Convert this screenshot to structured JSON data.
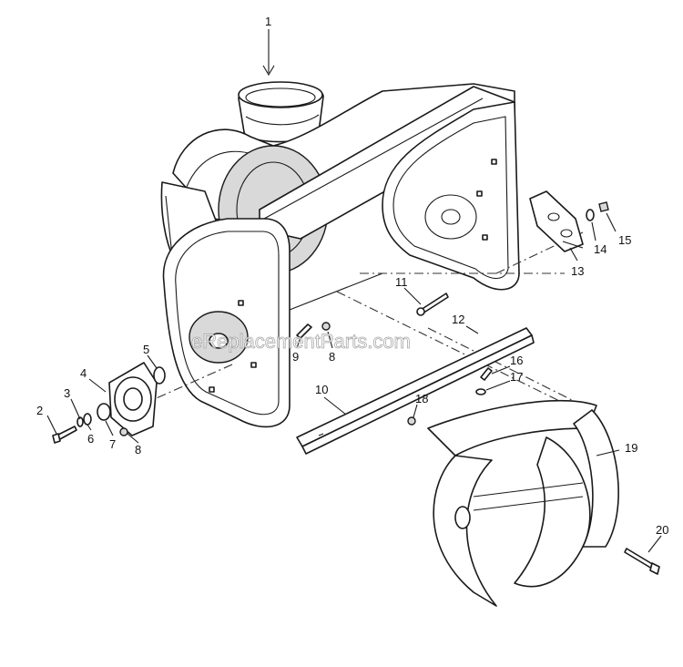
{
  "watermark": "eReplacementParts.com",
  "callouts": [
    {
      "id": "c1",
      "label": "1"
    },
    {
      "id": "c2",
      "label": "2"
    },
    {
      "id": "c3",
      "label": "3"
    },
    {
      "id": "c4",
      "label": "4"
    },
    {
      "id": "c5",
      "label": "5"
    },
    {
      "id": "c6",
      "label": "6"
    },
    {
      "id": "c7",
      "label": "7"
    },
    {
      "id": "c8a",
      "label": "8"
    },
    {
      "id": "c8b",
      "label": "8"
    },
    {
      "id": "c9",
      "label": "9"
    },
    {
      "id": "c10",
      "label": "10"
    },
    {
      "id": "c11",
      "label": "11"
    },
    {
      "id": "c12",
      "label": "12"
    },
    {
      "id": "c13",
      "label": "13"
    },
    {
      "id": "c14",
      "label": "14"
    },
    {
      "id": "c15",
      "label": "15"
    },
    {
      "id": "c16",
      "label": "16"
    },
    {
      "id": "c17",
      "label": "17"
    },
    {
      "id": "c18",
      "label": "18"
    },
    {
      "id": "c19",
      "label": "19"
    },
    {
      "id": "c20",
      "label": "20"
    }
  ]
}
